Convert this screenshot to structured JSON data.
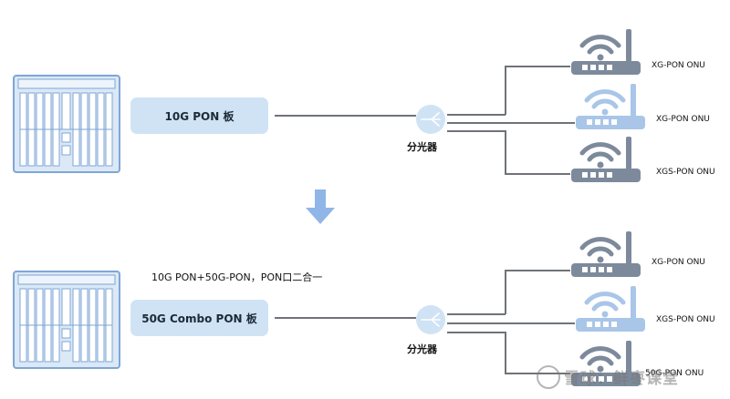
{
  "top": {
    "board_label": "10G PON 板",
    "splitter_label": "分光器",
    "onus": [
      {
        "label": "XG-PON ONU",
        "style": "dark"
      },
      {
        "label": "XG-PON ONU",
        "style": "light"
      },
      {
        "label": "XGS-PON ONU",
        "style": "dark"
      }
    ]
  },
  "bottom": {
    "board_label": "50G Combo PON 板",
    "note": "10G PON+50G-PON，PON口二合一",
    "splitter_label": "分光器",
    "onus": [
      {
        "label": "XG-PON ONU",
        "style": "dark"
      },
      {
        "label": "XGS-PON ONU",
        "style": "light"
      },
      {
        "label": "50G-PON ONU",
        "style": "dark"
      }
    ]
  },
  "watermark": "雪球：鲜枣课堂",
  "colors": {
    "olt_fill": "#dbe8f6",
    "olt_stroke": "#7fa6d6",
    "board": "#cfe3f5",
    "splitter": "#cfe3f5",
    "arrow": "#8fb6e6",
    "onu_dark": "#7d8a9c",
    "onu_light": "#a9c6e8",
    "line": "#6f7378"
  }
}
